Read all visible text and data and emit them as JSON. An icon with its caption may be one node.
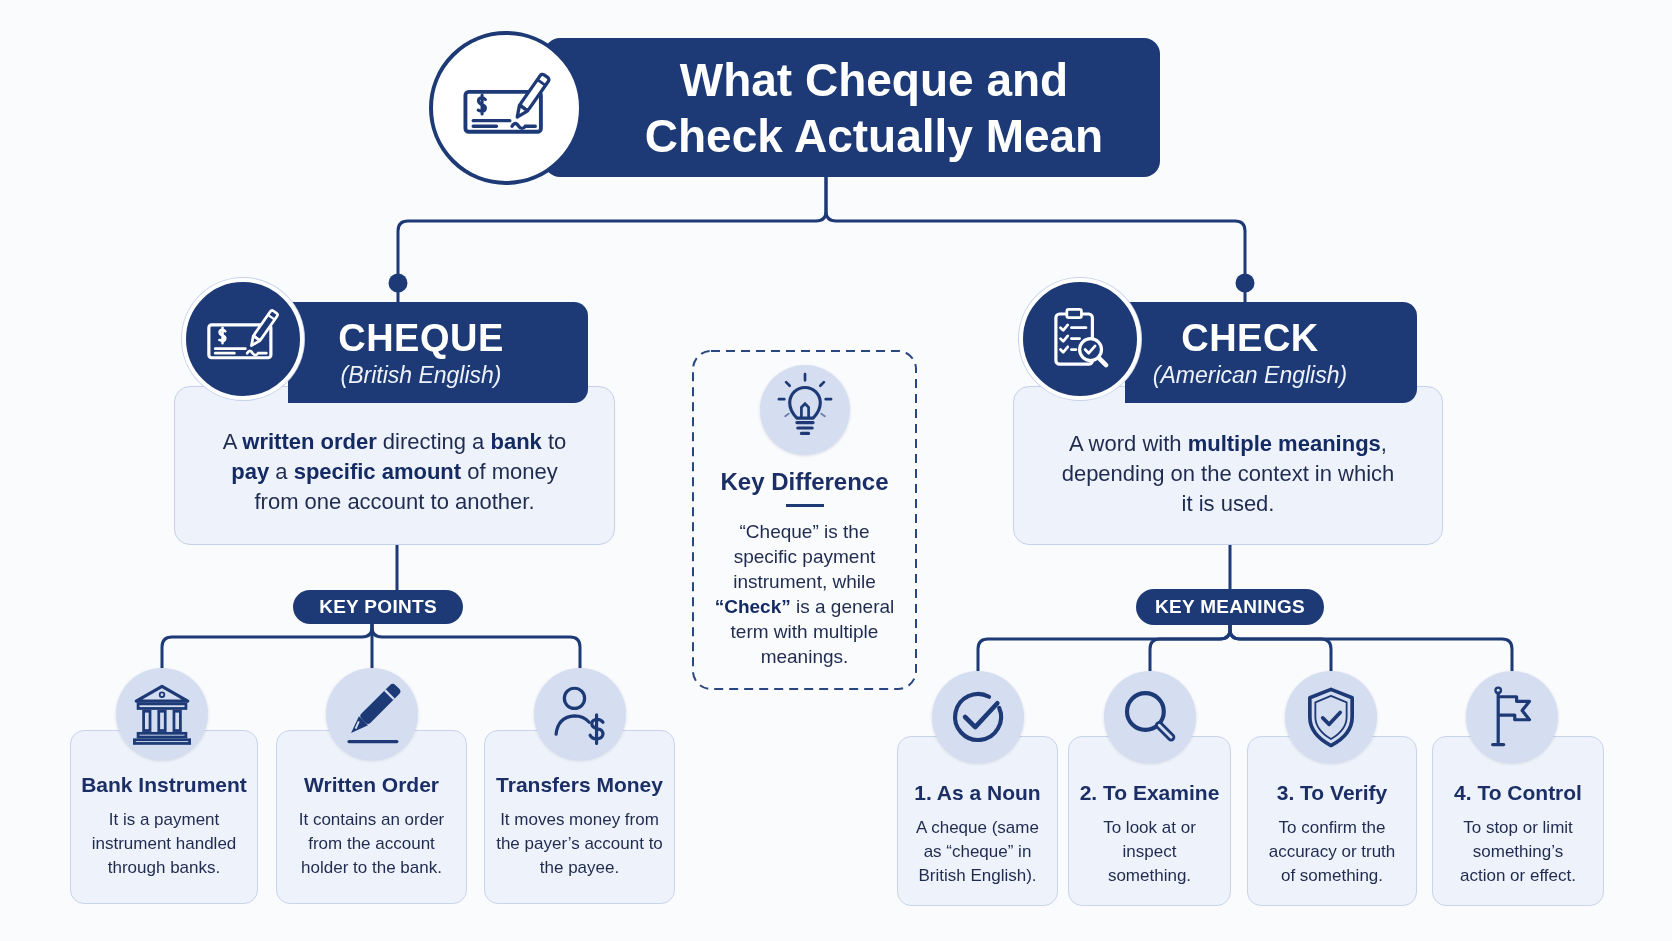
{
  "diagram": {
    "nodes": [
      {
        "text": [
          "What Cheque and Check Actually Mean"
        ]
      },
      {
        "text": [
          "CHEQUE",
          "(British English)"
        ]
      },
      {
        "text": [
          "CHECK",
          "(American English)"
        ]
      },
      {
        "text": [
          "A **written order** directing a **bank** to **pay** a **specific amount** of money from one account to another."
        ]
      },
      {
        "text": [
          "Key Difference",
          "“Cheque” is the specific payment instrument, while **“Check”** is a general term with multiple meanings."
        ]
      },
      {
        "text": [
          "A word with **multiple meanings**, depending on the context in which it is used."
        ]
      },
      {
        "text": [
          "KEY POINTS"
        ]
      },
      {
        "text": [
          "KEY MEANINGS"
        ]
      },
      {
        "text": [],
        "shape": "circle"
      },
      {
        "text": [],
        "shape": "circle"
      },
      {
        "text": [],
        "shape": "circle"
      },
      {
        "text": [],
        "shape": "circle"
      },
      {
        "text": [],
        "shape": "circle"
      },
      {
        "text": [],
        "shape": "circle"
      },
      {
        "text": [],
        "shape": "circle"
      },
      {
        "text": [
          "Bank Instrument",
          "It is a payment instrument handled through banks."
        ]
      },
      {
        "text": [
          "Written Order",
          "It contains an order from the account holder to the bank."
        ]
      },
      {
        "text": [
          "Transfers Money",
          "It moves money from the payer’s account to the payee."
        ]
      },
      {
        "text": [
          "1. As a Noun",
          "A cheque (same as “cheque” in British English)."
        ]
      },
      {
        "text": [
          "2. To Examine",
          "To look at or inspect something."
        ]
      },
      {
        "text": [
          "3. To Verify",
          "To confirm the accuracy or truth of something."
        ]
      },
      {
        "text": [
          "4. To Control",
          "To stop or limit something’s action or effect."
        ]
      }
    ],
    "edges": [
      {
        "from": 0,
        "to": 1,
        "arrow": "other"
      },
      {
        "from": 0,
        "to": 2,
        "arrow": "other"
      },
      {
        "from": 3,
        "to": 6,
        "arrow": "none"
      },
      {
        "from": 5,
        "to": 7,
        "arrow": "none"
      },
      {
        "from": 6,
        "to": 8,
        "arrow": "none"
      },
      {
        "from": 6,
        "to": 9,
        "arrow": "none"
      },
      {
        "from": 6,
        "to": 10,
        "arrow": "none"
      },
      {
        "from": 7,
        "to": 11,
        "arrow": "none"
      },
      {
        "from": 7,
        "to": 12,
        "arrow": "none"
      },
      {
        "from": 7,
        "to": 13,
        "arrow": "none"
      },
      {
        "from": 7,
        "to": 14,
        "arrow": "none"
      }
    ]
  }
}
